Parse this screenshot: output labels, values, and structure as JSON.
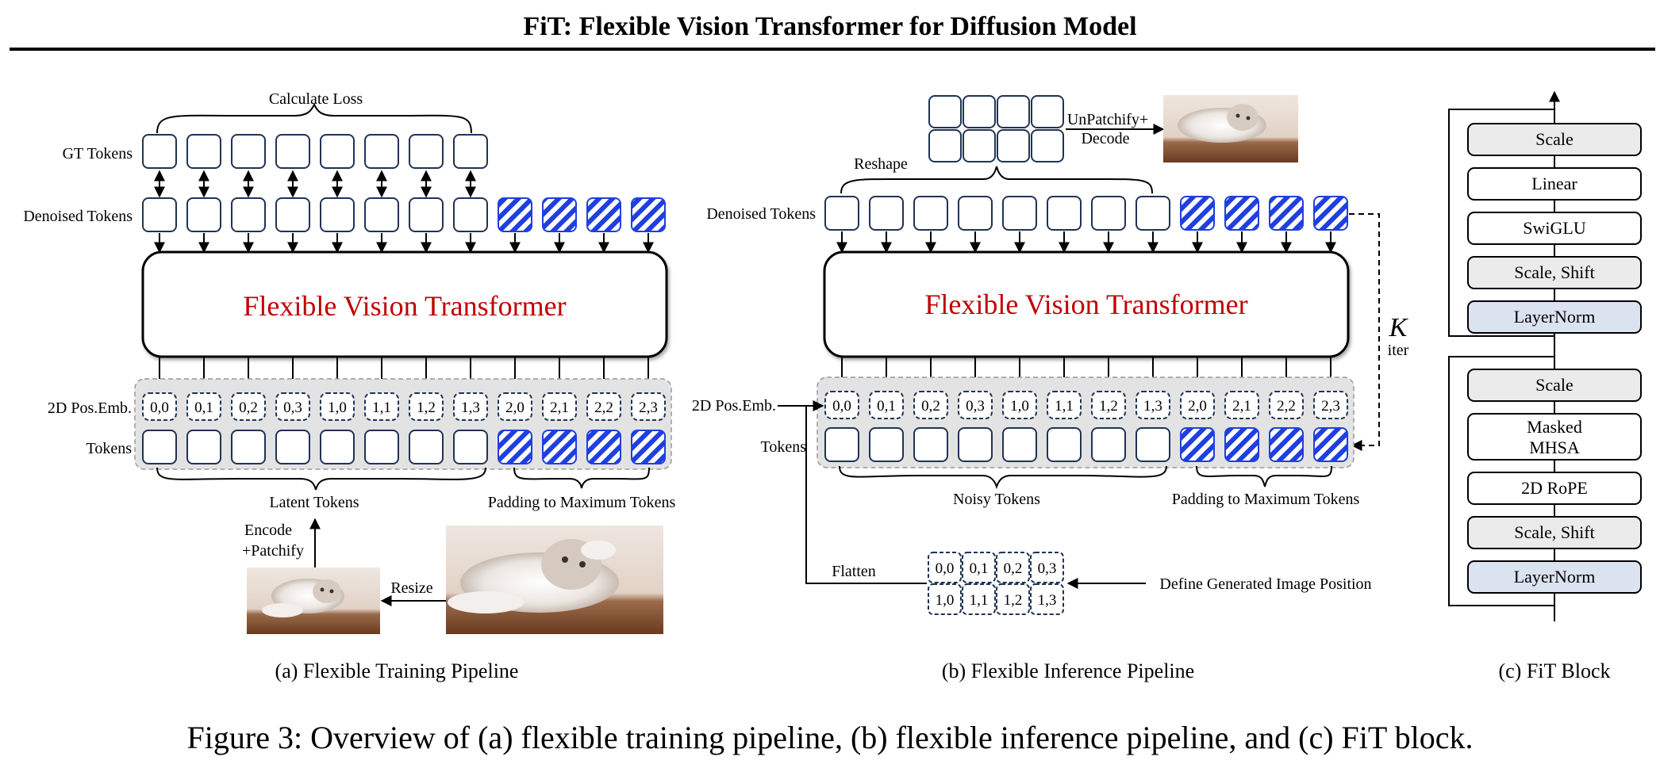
{
  "title": "FiT: Flexible Vision Transformer for Diffusion Model",
  "caption": "Figure 3: Overview of (a) flexible training pipeline, (b) flexible inference pipeline, and (c) FiT block.",
  "colors": {
    "ink": "#000000",
    "token_border": "#1f3355",
    "pad_blue": "#1f3fe0",
    "transformer_text": "#c00000",
    "pos_panel": "#e3e3e3",
    "gray_block": "#ebebeb",
    "blue_block": "#dce3f0"
  },
  "panel_a": {
    "label_calc_loss": "Calculate Loss",
    "label_gt_tokens": "GT Tokens",
    "label_denoised": "Denoised Tokens",
    "transformer": "Flexible Vision Transformer",
    "label_pos_emb": "2D Pos.Emb.",
    "label_tokens": "Tokens",
    "positions": [
      "0,0",
      "0,1",
      "0,2",
      "0,3",
      "1,0",
      "1,1",
      "1,2",
      "1,3",
      "2,0",
      "2,1",
      "2,2",
      "2,3"
    ],
    "label_latent": "Latent Tokens",
    "label_padding": "Padding to Maximum Tokens",
    "label_encode_1": "Encode",
    "label_encode_2": "+Patchify",
    "label_resize": "Resize",
    "subcaption": "(a) Flexible Training Pipeline"
  },
  "panel_b": {
    "label_unpatchify_1": "UnPatchify+",
    "label_unpatchify_2": "Decode",
    "label_reshape": "Reshape",
    "label_denoised": "Denoised Tokens",
    "transformer": "Flexible Vision Transformer",
    "label_k": "K",
    "label_iter": "iter",
    "label_pos_emb": "2D Pos.Emb.",
    "label_tokens": "Tokens",
    "positions": [
      "0,0",
      "0,1",
      "0,2",
      "0,3",
      "1,0",
      "1,1",
      "1,2",
      "1,3",
      "2,0",
      "2,1",
      "2,2",
      "2,3"
    ],
    "label_noisy": "Noisy Tokens",
    "label_padding": "Padding to Maximum Tokens",
    "label_flatten": "Flatten",
    "grid_positions": [
      "0,0",
      "0,1",
      "0,2",
      "0,3",
      "1,0",
      "1,1",
      "1,2",
      "1,3"
    ],
    "label_define": "Define Generated Image Position",
    "subcaption": "(b) Flexible Inference Pipeline"
  },
  "panel_c": {
    "blocks": [
      "Scale",
      "Linear",
      "SwiGLU",
      "Scale, Shift",
      "LayerNorm",
      "Scale",
      "Masked MHSA",
      "2D RoPE",
      "Scale, Shift",
      "LayerNorm"
    ],
    "subcaption": "(c) FiT Block"
  }
}
